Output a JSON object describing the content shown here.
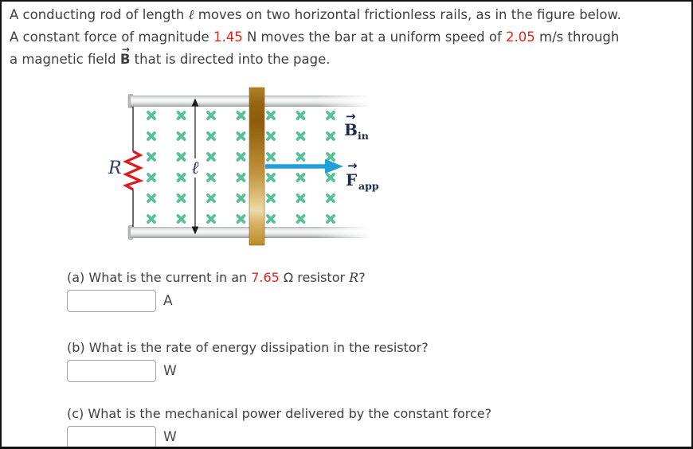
{
  "intro": {
    "lines": [
      {
        "segments": [
          {
            "text": "A conducting rod of length "
          },
          {
            "text": "ℓ",
            "style": "ell"
          },
          {
            "text": " moves on two horizontal frictionless rails, as in the figure below."
          }
        ]
      },
      {
        "segments": [
          {
            "text": "A constant force of magnitude "
          },
          {
            "text": "1.45",
            "style": "red"
          },
          {
            "text": " N moves the bar at a uniform speed of "
          },
          {
            "text": "2.05",
            "style": "red"
          },
          {
            "text": " m/s through"
          }
        ]
      },
      {
        "segments": [
          {
            "text": "a magnetic field "
          },
          {
            "text": "B",
            "style": "vector"
          },
          {
            "text": " that is directed into the page."
          }
        ]
      }
    ]
  },
  "figure": {
    "labels": {
      "resistor": "R",
      "length": "ℓ",
      "field": {
        "letter": "B",
        "subscript": "in"
      },
      "force": {
        "letter": "F",
        "subscript": "app"
      },
      "vector_arrow": "→"
    },
    "field_grid": {
      "columns": 7,
      "rows": 6,
      "symbol": "×"
    },
    "colors": {
      "field_marks": "#58c197",
      "rod": "#bb8c2a",
      "force_arrow": "#219fd8",
      "resistor": "#e0191f",
      "labels": "#1c2a52"
    }
  },
  "questions": [
    {
      "id": "a",
      "segments": [
        {
          "text": "(a) What is the current in an "
        },
        {
          "text": "7.65",
          "style": "red"
        },
        {
          "text": " Ω resistor "
        },
        {
          "text": "R",
          "style": "italic"
        },
        {
          "text": "?"
        }
      ],
      "unit": "A",
      "input_value": ""
    },
    {
      "id": "b",
      "segments": [
        {
          "text": "(b) What is the rate of energy dissipation in the resistor?"
        }
      ],
      "unit": "W",
      "input_value": ""
    },
    {
      "id": "c",
      "segments": [
        {
          "text": "(c) What is the mechanical power delivered by the constant force?"
        }
      ],
      "unit": "W",
      "input_value": ""
    }
  ]
}
